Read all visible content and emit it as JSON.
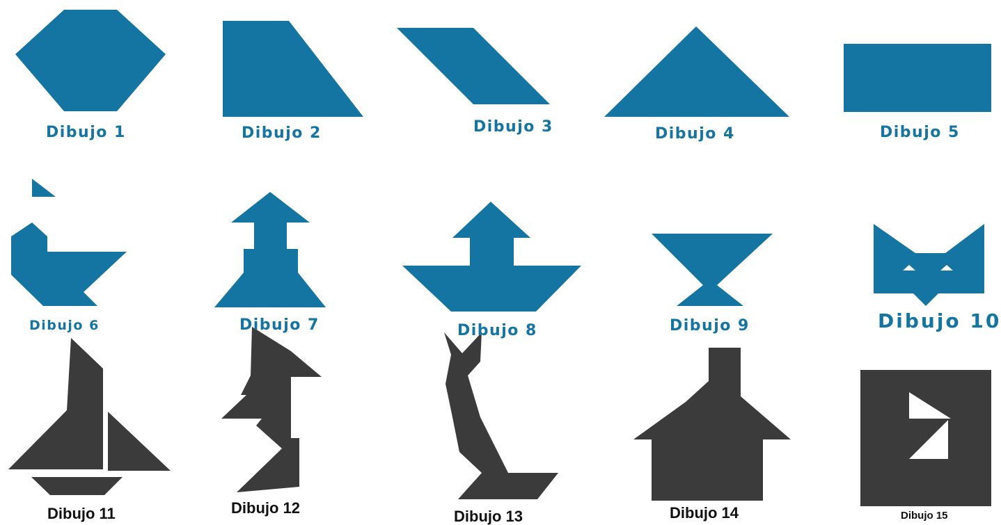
{
  "figures": [
    {
      "id": 1,
      "label": "Dibujo 1"
    },
    {
      "id": 2,
      "label": "Dibujo 2"
    },
    {
      "id": 3,
      "label": "Dibujo 3"
    },
    {
      "id": 4,
      "label": "Dibujo 4"
    },
    {
      "id": 5,
      "label": "Dibujo 5"
    },
    {
      "id": 6,
      "label": "Dibujo 6"
    },
    {
      "id": 7,
      "label": "Dibujo 7"
    },
    {
      "id": 8,
      "label": "Dibujo 8"
    },
    {
      "id": 9,
      "label": "Dibujo 9"
    },
    {
      "id": 10,
      "label": "Dibujo 10"
    },
    {
      "id": 11,
      "label": "Dibujo 11"
    },
    {
      "id": 12,
      "label": "Dibujo 12"
    },
    {
      "id": 13,
      "label": "Dibujo 13"
    },
    {
      "id": 14,
      "label": "Dibujo 14"
    },
    {
      "id": 15,
      "label": "Dibujo 15"
    }
  ],
  "colors": {
    "blue": "#1474a2",
    "dark": "#3b3b3b",
    "background": "#ffffff"
  }
}
